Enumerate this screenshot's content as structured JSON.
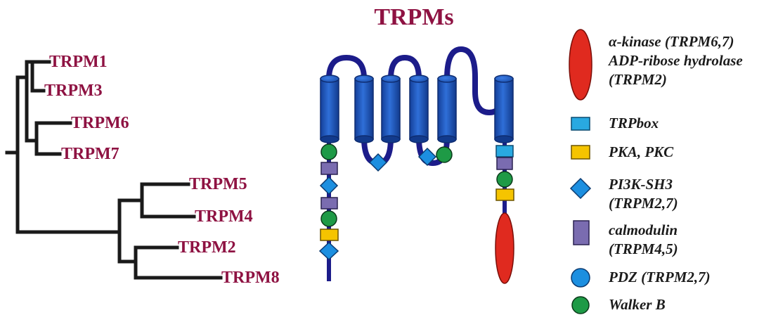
{
  "title": "TRPMs",
  "tree": {
    "leaves": [
      "TRPM1",
      "TRPM3",
      "TRPM6",
      "TRPM7",
      "TRPM5",
      "TRPM4",
      "TRPM2",
      "TRPM8"
    ]
  },
  "legend": {
    "kinase": [
      "α-kinase (TRPM6,7)",
      "ADP-ribose hydrolase",
      "(TRPM2)"
    ],
    "trpbox": "TRPbox",
    "pka_pkc": "PKA, PKC",
    "pi3k": [
      "PI3K-SH3",
      "(TRPM2,7)"
    ],
    "calmodulin": [
      "calmodulin",
      "(TRPM4,5)"
    ],
    "pdz": "PDZ (TRPM2,7)",
    "walker_b": "Walker B"
  },
  "colors": {
    "title": "#8e1242",
    "branch": "#1a1a1a",
    "helix": "#1f55b8",
    "loop": "#1c1c8a",
    "kinase": "#e02a1f",
    "trpbox": "#29a9e1",
    "pka_pkc": "#f5c400",
    "pi3k": "#1c8fe0",
    "calmodulin": "#7a6cb0",
    "pdz": "#1c8fe0",
    "walker_b": "#1e9a46"
  }
}
